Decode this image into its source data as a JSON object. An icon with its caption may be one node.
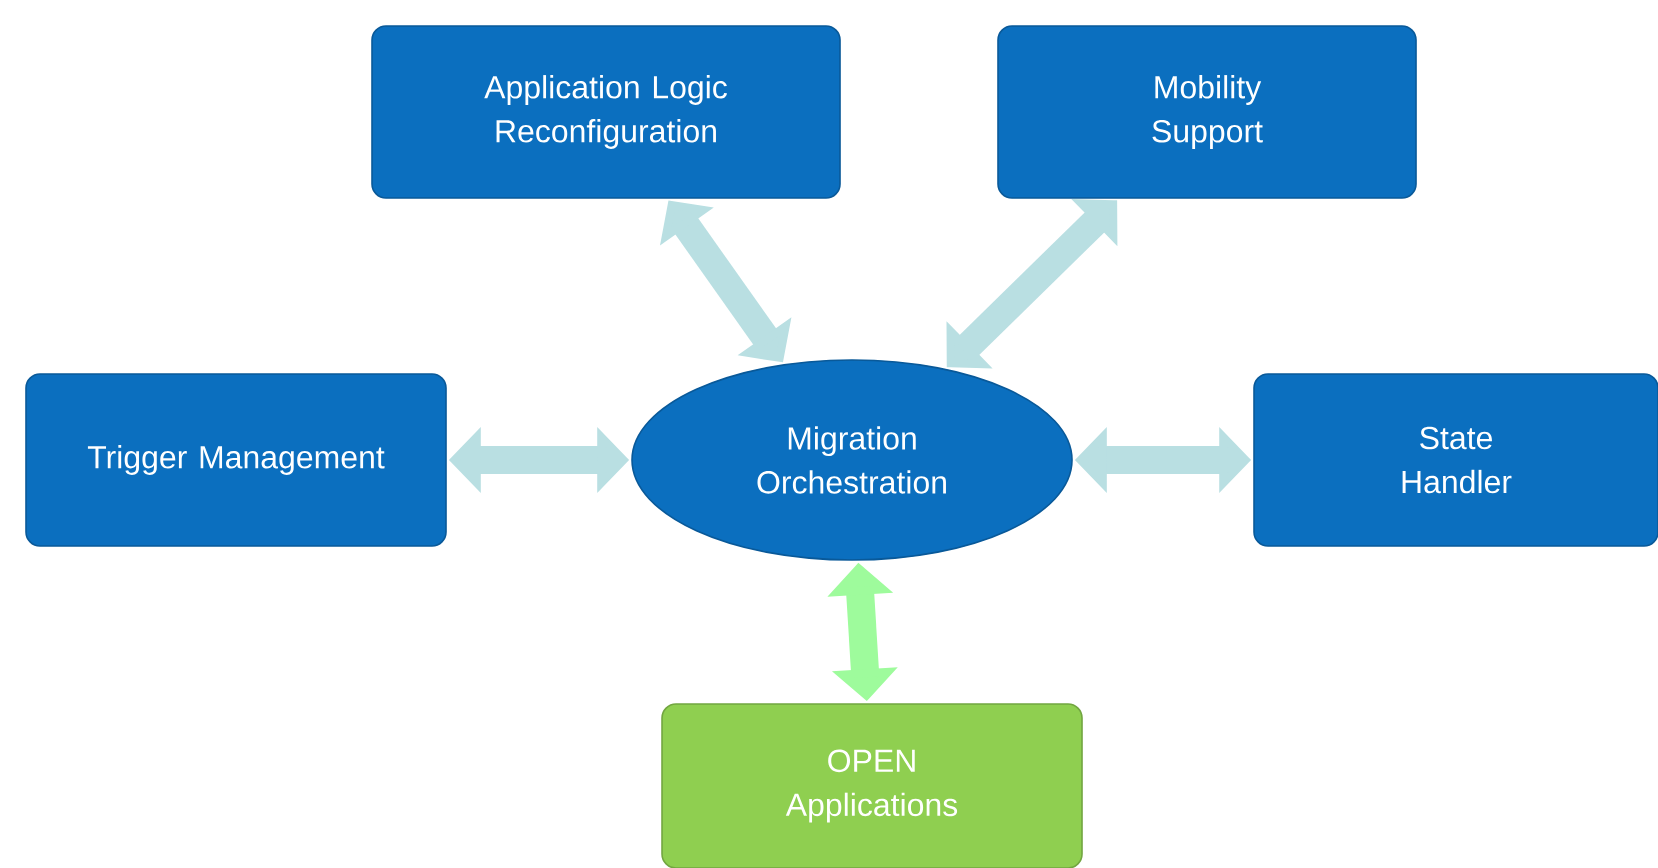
{
  "diagram": {
    "nodes": [
      {
        "text": [
          "Application Logic Reconfiguration"
        ]
      },
      {
        "text": [
          "Mobility Support"
        ]
      },
      {
        "text": [
          "Trigger Management"
        ]
      },
      {
        "text": [
          "Migration Orchestration"
        ]
      },
      {
        "text": [
          "State Handler"
        ]
      },
      {
        "text": [
          "OPEN Applications"
        ]
      }
    ],
    "edges": [
      {
        "from": 3,
        "to": 0,
        "arrow": "both"
      },
      {
        "from": 3,
        "to": 1,
        "arrow": "both"
      },
      {
        "from": 3,
        "to": 2,
        "arrow": "both"
      },
      {
        "from": 3,
        "to": 4,
        "arrow": "both"
      },
      {
        "from": 3,
        "to": 5,
        "arrow": "both",
        "color": "#9efb9c"
      }
    ]
  }
}
